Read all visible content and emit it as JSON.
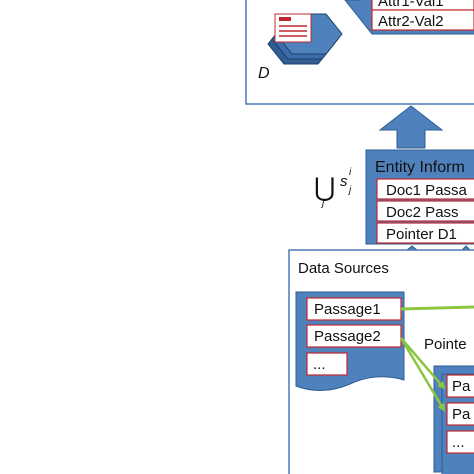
{
  "top_panel": {
    "attr_rows": [
      "Attr1-Val1",
      "Attr2-Val2"
    ],
    "doc_set_label": "D"
  },
  "entity_info": {
    "title": "Entity Inform",
    "rows": [
      "Doc1 Passa",
      "Doc2 Pass",
      "Pointer D1"
    ]
  },
  "union_formula": {
    "symbol": "⋃",
    "term": "s",
    "superscript": "i",
    "subscript": "j",
    "index": "j"
  },
  "data_sources": {
    "title": "Data Sources",
    "passages": [
      "Passage1",
      "Passage2",
      "..."
    ],
    "pointer_label": "Pointe",
    "pointer_items": [
      "Pa",
      "Pa",
      "..."
    ]
  },
  "colors": {
    "panel_border": "#4f7ab8",
    "box_fill": "#4f81bd",
    "box_border": "#2f5d94",
    "row_border": "#c0282d",
    "arrow_fill": "#4f81bd",
    "green_line": "#8cc63f",
    "text_dark": "#111111"
  }
}
